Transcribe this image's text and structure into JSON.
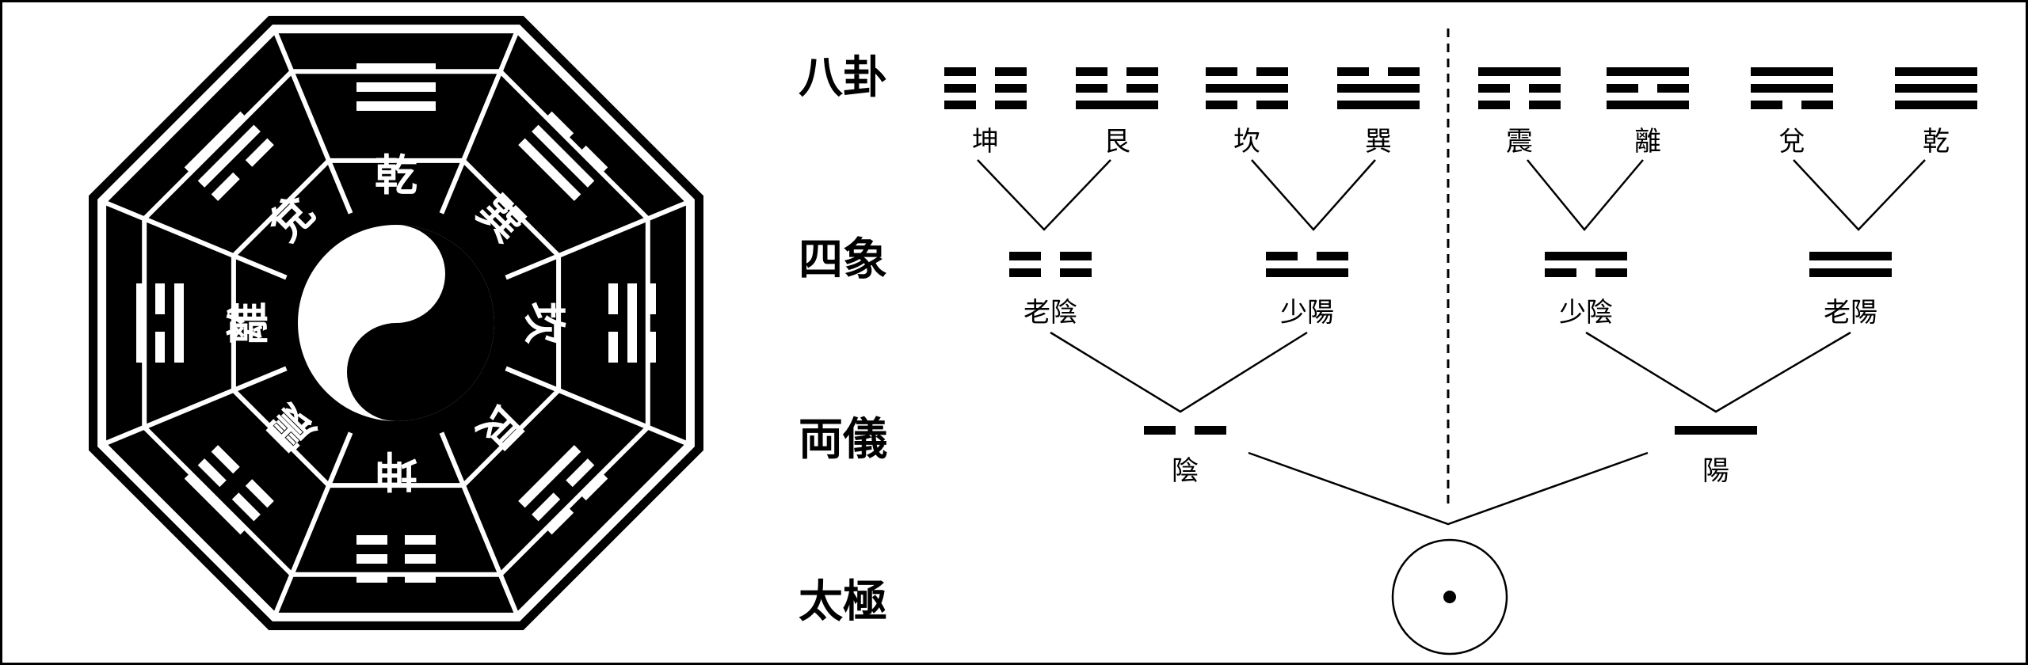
{
  "diagram": {
    "row_labels": {
      "bagua": "八卦",
      "sixiang": "四象",
      "liangyi": "両儀",
      "taiji": "太極"
    },
    "bagua": [
      {
        "name": "坤",
        "lines": [
          0,
          0,
          0
        ]
      },
      {
        "name": "艮",
        "lines": [
          1,
          0,
          0
        ]
      },
      {
        "name": "坎",
        "lines": [
          0,
          1,
          0
        ]
      },
      {
        "name": "巽",
        "lines": [
          1,
          1,
          0
        ]
      },
      {
        "name": "震",
        "lines": [
          0,
          0,
          1
        ]
      },
      {
        "name": "離",
        "lines": [
          1,
          0,
          1
        ]
      },
      {
        "name": "兌",
        "lines": [
          0,
          1,
          1
        ]
      },
      {
        "name": "乾",
        "lines": [
          1,
          1,
          1
        ]
      }
    ],
    "sixiang": [
      {
        "name": "老陰",
        "lines": [
          0,
          0
        ]
      },
      {
        "name": "少陽",
        "lines": [
          1,
          0
        ]
      },
      {
        "name": "少陰",
        "lines": [
          0,
          1
        ]
      },
      {
        "name": "老陽",
        "lines": [
          1,
          1
        ]
      }
    ],
    "liangyi": [
      {
        "name": "陰",
        "lines": [
          0
        ]
      },
      {
        "name": "陽",
        "lines": [
          1
        ]
      }
    ],
    "bagua_wheel": [
      {
        "name": "乾",
        "lines": [
          1,
          1,
          1
        ]
      },
      {
        "name": "巽",
        "lines": [
          1,
          1,
          0
        ]
      },
      {
        "name": "坎",
        "lines": [
          0,
          1,
          0
        ]
      },
      {
        "name": "艮",
        "lines": [
          1,
          0,
          0
        ]
      },
      {
        "name": "坤",
        "lines": [
          0,
          0,
          0
        ]
      },
      {
        "name": "震",
        "lines": [
          0,
          0,
          1
        ]
      },
      {
        "name": "離",
        "lines": [
          1,
          0,
          1
        ]
      },
      {
        "name": "兌",
        "lines": [
          0,
          1,
          1
        ]
      }
    ]
  }
}
